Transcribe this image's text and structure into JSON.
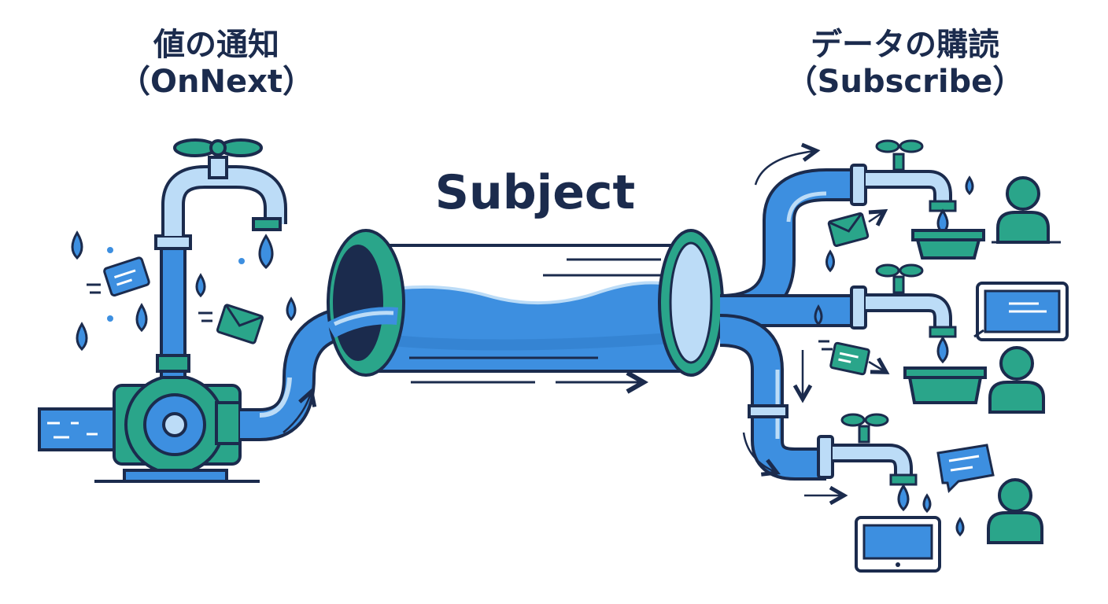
{
  "labels": {
    "publish_line1": "値の通知",
    "publish_line2": "（OnNext）",
    "subject": "Subject",
    "subscribe_line1": "データの購読",
    "subscribe_line2": "（Subscribe）"
  },
  "icons": {
    "source": [
      "faucet-icon",
      "pump-icon",
      "envelope-icon",
      "message-icon",
      "water-drop-icon"
    ],
    "subscriber_1": [
      "faucet-icon",
      "basin-icon",
      "user-icon",
      "envelope-icon"
    ],
    "subscriber_2": [
      "faucet-icon",
      "basin-icon",
      "user-icon",
      "monitor-icon",
      "message-icon"
    ],
    "subscriber_3": [
      "faucet-icon",
      "tablet-icon",
      "user-icon",
      "chat-bubble-icon"
    ]
  },
  "colors": {
    "outline": "#1b2b4d",
    "water": "#3d8fe0",
    "water_light": "#bcdcf7",
    "teal": "#2aa58a",
    "background": "#ffffff"
  }
}
